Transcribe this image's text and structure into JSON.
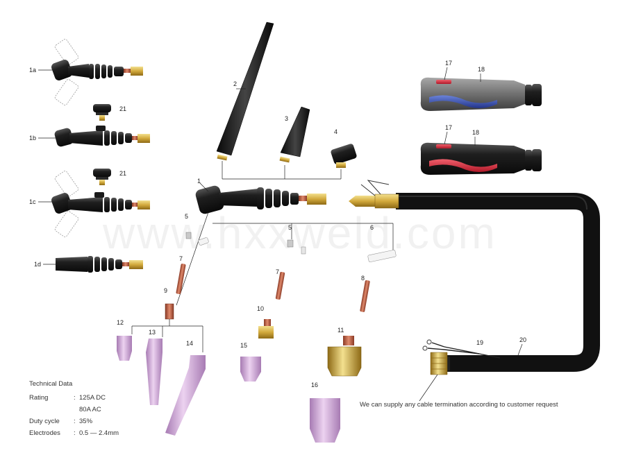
{
  "colors": {
    "torch_body": "#1c1c1c",
    "brass": "#d8b64a",
    "copper": "#c0644a",
    "ceramic": "#cfa3d6",
    "handle_blue": "#3650a8",
    "handle_red": "#d42a3a",
    "handle_grey": "#7a7a7a"
  },
  "watermark": "www.hxxweld.com",
  "callouts": {
    "c1a": "1a",
    "c1b": "1b",
    "c1c": "1c",
    "c1d": "1d",
    "c1": "1",
    "c2": "2",
    "c3": "3",
    "c4": "4",
    "c5a": "5",
    "c5b": "5",
    "c6": "6",
    "c7a": "7",
    "c7b": "7",
    "c8": "8",
    "c9": "9",
    "c10": "10",
    "c11": "11",
    "c12": "12",
    "c13": "13",
    "c14": "14",
    "c15": "15",
    "c16": "16",
    "c17a": "17",
    "c17b": "17",
    "c18a": "18",
    "c18b": "18",
    "c19": "19",
    "c20": "20",
    "c21a": "21",
    "c21b": "21"
  },
  "cable_note": "We can supply any cable termination according to customer request",
  "technical_data": {
    "title": "Technical Data",
    "rating_label": "Rating",
    "rating_dc": "125A DC",
    "rating_ac": "80A AC",
    "duty_label": "Duty cycle",
    "duty_value": "35%",
    "electrodes_label": "Electrodes",
    "electrodes_value": "0.5 — 2.4mm",
    "separator": ":"
  }
}
